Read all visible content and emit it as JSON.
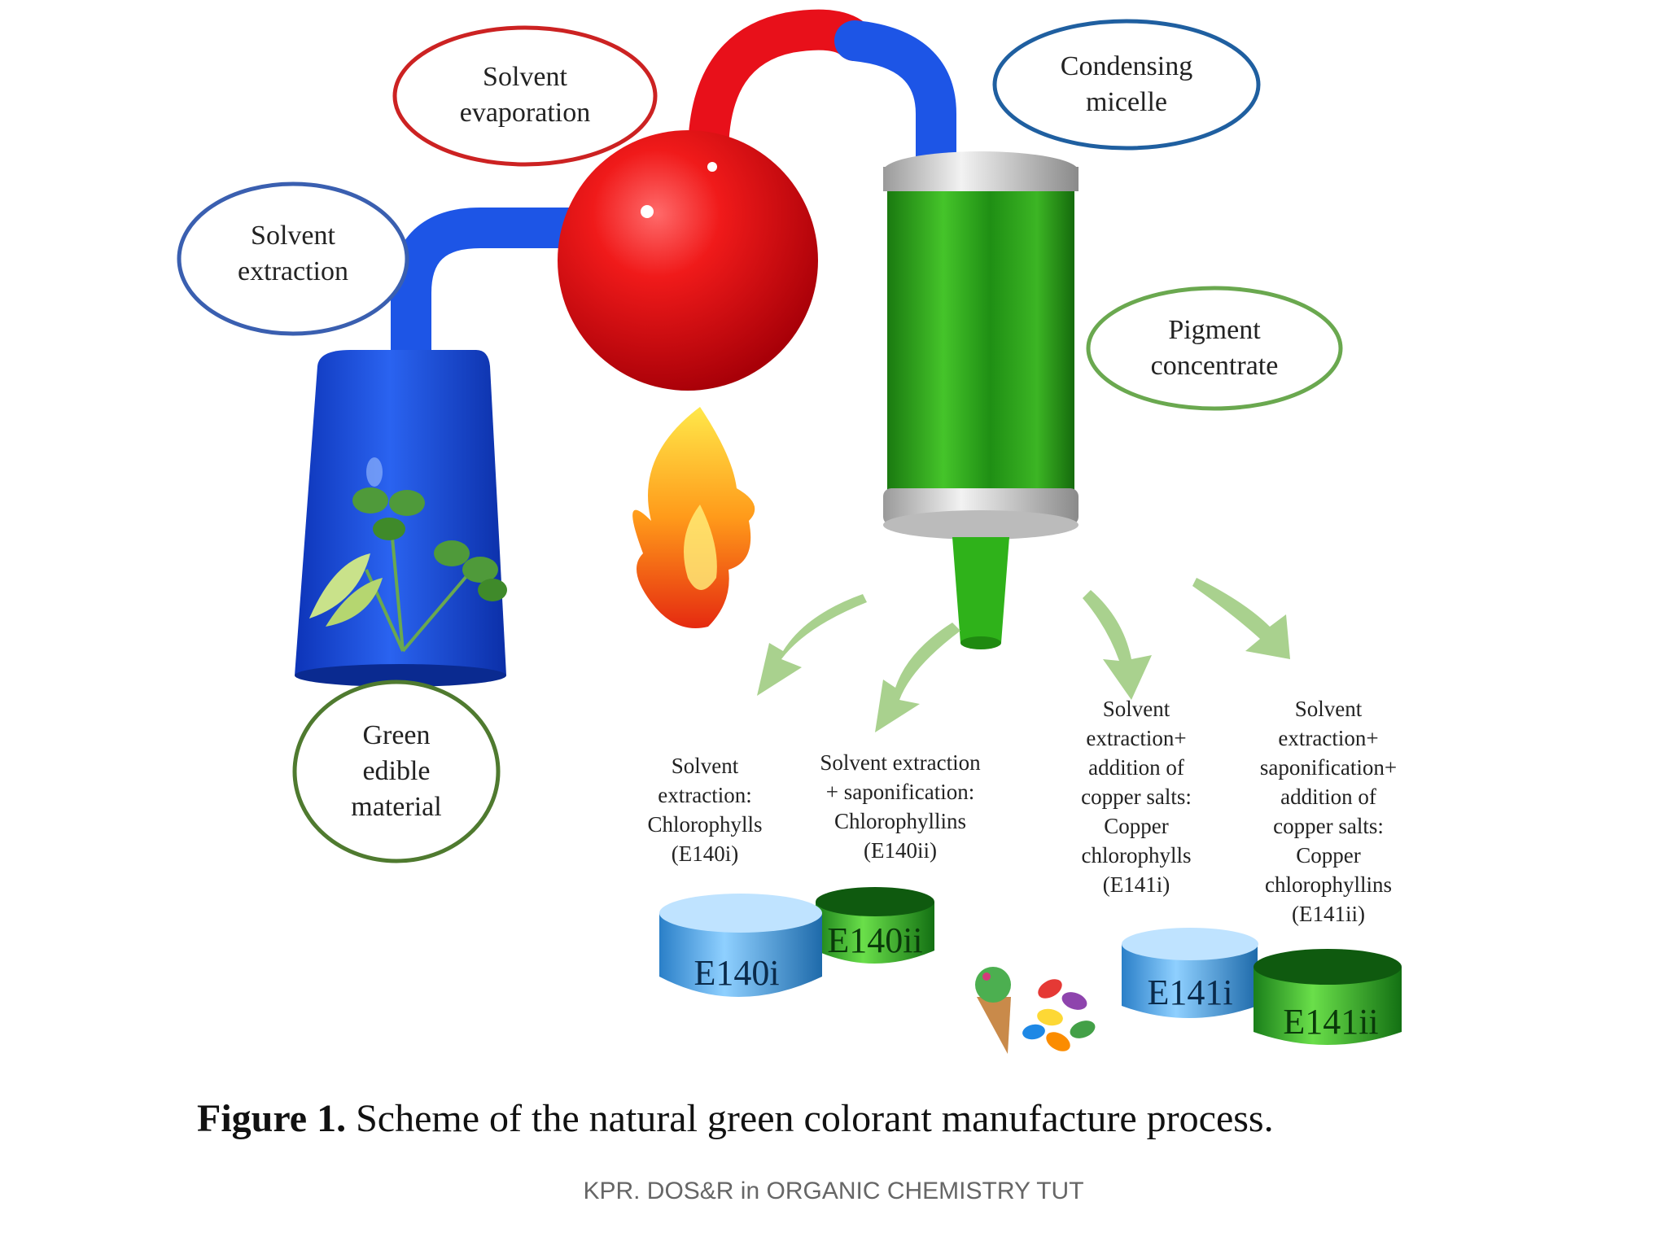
{
  "bubbles": {
    "solvent_extraction": [
      "Solvent",
      "extraction"
    ],
    "solvent_evaporation": [
      "Solvent",
      "evaporation"
    ],
    "condensing_micelle": [
      "Condensing",
      "micelle"
    ],
    "pigment_concentrate": [
      "Pigment",
      "concentrate"
    ],
    "green_edible_material": [
      "Green",
      "edible",
      "material"
    ]
  },
  "products": [
    {
      "lines": [
        "Solvent",
        "extraction:",
        "Chlorophylls",
        "(E140i)"
      ],
      "code": "E140i",
      "color": "blue"
    },
    {
      "lines": [
        "Solvent extraction",
        "+ saponification:",
        "Chlorophyllins",
        "(E140ii)"
      ],
      "code": "E140ii",
      "color": "green"
    },
    {
      "lines": [
        "Solvent",
        "extraction+",
        "addition of",
        "copper salts:",
        "Copper",
        "chlorophylls",
        "(E141i)"
      ],
      "code": "E141i",
      "color": "blue"
    },
    {
      "lines": [
        "Solvent",
        "extraction+",
        "saponification+",
        "addition of",
        "copper salts:",
        "Copper",
        "chlorophyllins",
        "(E141ii)"
      ],
      "code": "E141ii",
      "color": "green"
    }
  ],
  "caption": {
    "label": "Figure 1.",
    "text": " Scheme of the natural green colorant manufacture process."
  },
  "credit": "KPR. DOS&R in ORGANIC CHEMISTRY TUT",
  "colors": {
    "blue_outline": "#3a5fb0",
    "red_outline": "#cc2222",
    "dark_blue_outline": "#1f5fa0",
    "green_outline": "#6aa84f",
    "dark_green_outline": "#4f7a2f",
    "vessel_blue": "#1a4fe0",
    "flask_red": "#e8101a",
    "column_green": "#2faa1a",
    "arrow_green": "#a9d18e"
  }
}
